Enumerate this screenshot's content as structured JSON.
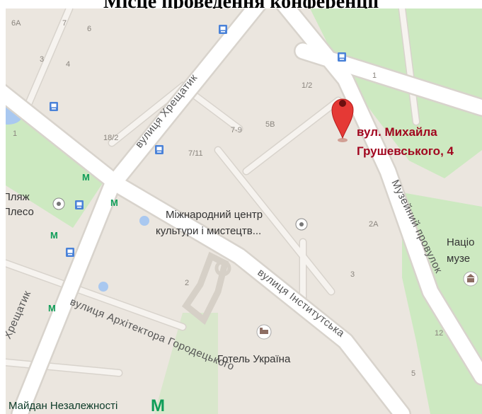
{
  "header": {
    "title": "Місце проведення конференції"
  },
  "map": {
    "pin_label_line1": "вул. Михайла",
    "pin_label_line2": "Грушевського, 4",
    "colors": {
      "land": "#ebe6df",
      "park": "#cde9c1",
      "road": "#ffffff",
      "road_edge": "#d8d3cc",
      "water": "#a9c8f0",
      "pin": "#e53935",
      "pin_label": "#a1061f",
      "metro": "#0f9d58",
      "poi_text": "#333333",
      "street_text": "#555555"
    },
    "streets": {
      "khreshchatyk_top": "вулиця Хрещатик",
      "khreshchatyk_bottom": "Хрещатик",
      "instytutska": "вулиця Інститутська",
      "arkhitektora": "вулиця Архітектора Городецького",
      "muzeinyi": "Музейний провулок"
    },
    "pois": {
      "center_line1": "Міжнародний центр",
      "center_line2": "культури і мистецтв...",
      "hotel": "Готель Україна",
      "maidan": "Майдан Незалежності",
      "plyazh_line1": "Пляж",
      "plyazh_line2": "Плесо",
      "museum_line1": "Націо",
      "museum_line2": "музе"
    },
    "house_numbers": [
      "6А",
      "7",
      "6",
      "3",
      "4",
      "1",
      "1/2",
      "18/2",
      "7-9",
      "5В",
      "7/11",
      "2А",
      "3",
      "2",
      "12",
      "5",
      "1"
    ],
    "icons": {
      "metro": "metro-m-icon",
      "bus": "bus-stop-icon",
      "poi": "poi-circle-icon",
      "hotel": "hotel-icon",
      "museum": "museum-icon",
      "pin": "map-pin-icon"
    }
  }
}
